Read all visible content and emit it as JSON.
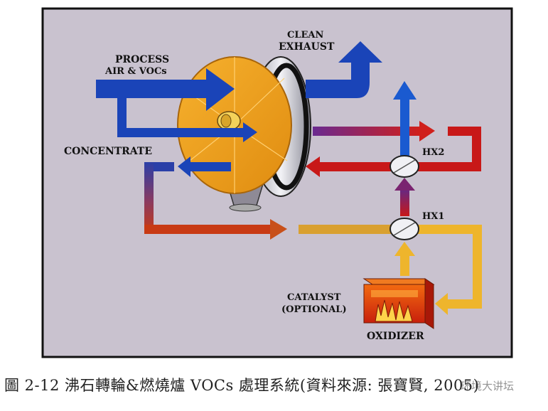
{
  "labels": {
    "process_air": "PROCESS",
    "process_air_2": "AIR & VOCs",
    "clean_exhaust": "CLEAN",
    "clean_exhaust_2": "EXHAUST",
    "concentrate": "CONCENTRATE",
    "hx2": "HX2",
    "hx1": "HX1",
    "catalyst": "CATALYST",
    "catalyst_2": "(OPTIONAL)",
    "oxidizer": "OXIDIZER"
  },
  "caption": "圖 2-12  沸石轉輪&燃燒爐 VOCs 處理系統(資料來源: 張寶賢, 2005)",
  "watermark": "环境大讲坛",
  "colors": {
    "background": "#c9c2cf",
    "process_air": "#1a44b8",
    "hot_red": "#c41414",
    "warm_yellow": "#e9a21e",
    "wheel": "#f0a220"
  }
}
